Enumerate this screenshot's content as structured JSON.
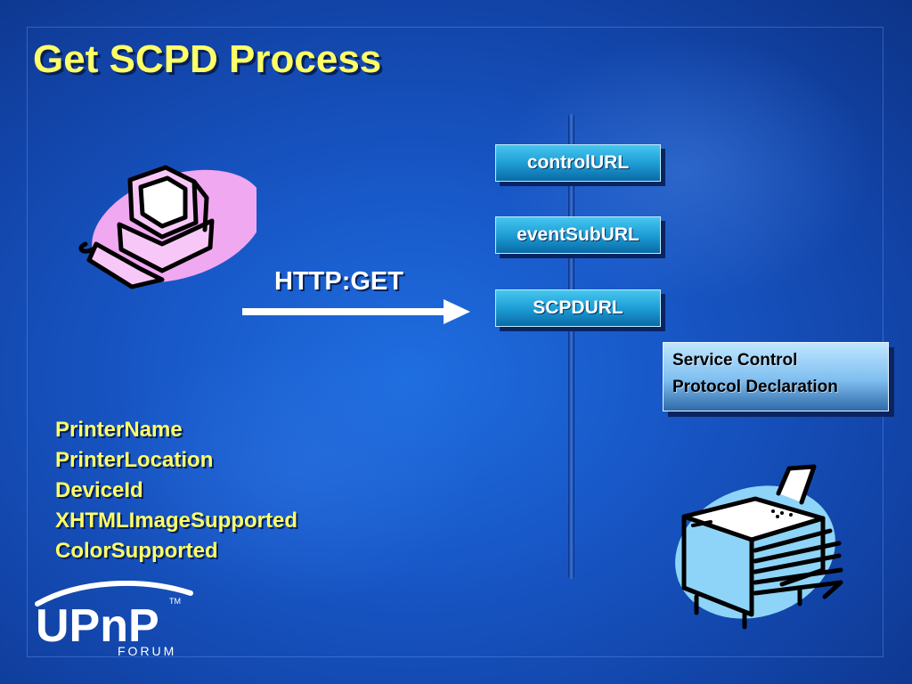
{
  "slide": {
    "title": "Get SCPD Process"
  },
  "device_urls": [
    "controlURL",
    "eventSubURL",
    "SCPDURL"
  ],
  "request": {
    "label": "HTTP:GET"
  },
  "response": {
    "lines": [
      "Service Control",
      "Protocol Declaration"
    ]
  },
  "printer_properties": [
    "PrinterName",
    "PrinterLocation",
    "DeviceId",
    "XHTMLImageSupported",
    "ColorSupported"
  ],
  "logo": {
    "text": "UPnP",
    "sub": "FORUM",
    "tm": "TM"
  },
  "colors": {
    "title": "#ffff66",
    "background": "#1858c8",
    "url_box": "#1e9ed6",
    "response_box": "#7fbef0",
    "pc_ellipse": "#f0a8f0",
    "printer_ellipse": "#8ed4f8"
  },
  "icons": [
    "computer-icon",
    "printer-icon",
    "arrow-right-icon"
  ]
}
